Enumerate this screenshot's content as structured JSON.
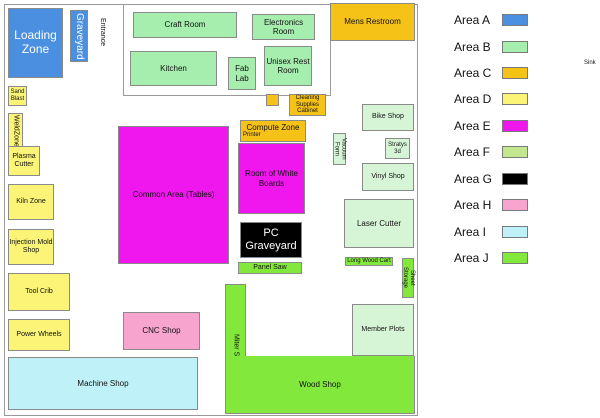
{
  "rooms": {
    "loading_zone": "Loading Zone",
    "graveyard": "Graveyard",
    "entrance": "Entrance",
    "craft_room": "Craft Room",
    "electronics_room": "Electronics Room",
    "mens_restroom": "Mens Restroom",
    "kitchen": "Kitchen",
    "fab_lab": "Fab Lab",
    "unisex_restroom": "Unisex Rest Room",
    "sand_blast": "Sand Blast",
    "cleaning_supplies": "Cleaning Supplies Cabinet",
    "compute_zone": "Compute Zone",
    "printer": "Printer",
    "bike_shop": "Bike Shop",
    "weldzone": "WeldZone",
    "plasma_cutter": "Plasma Cutter",
    "common_area": "Common Area (Tables)",
    "room_of_white_boards": "Room of White Boards",
    "vacuum_form": "Vacuum Form",
    "stratys_3d": "Stratys 3d",
    "vinyl_shop": "Vinyl Shop",
    "kiln_zone": "Kiln Zone",
    "laser_cutter": "Laser Cutter",
    "pc_graveyard": "PC Graveyard",
    "injection_mold_shop": "Injection Mold Shop",
    "long_wood_cart": "Long Wood Cart",
    "panel_saw": "Panel Saw",
    "sheet_storage": "Sheet Storage",
    "tool_crib": "Tool Crib",
    "cnc_shop": "CNC Shop",
    "member_plots": "Member Plots",
    "power_wheels": "Power Wheels",
    "miter_saw": "Miter Saw",
    "machine_shop": "Machine Shop",
    "wood_shop": "Wood Shop",
    "sink": "Sink"
  },
  "legend": [
    {
      "label": "Area A",
      "color": "#4a8fe0"
    },
    {
      "label": "Area B",
      "color": "#a6eeae"
    },
    {
      "label": "Area C",
      "color": "#f5c218"
    },
    {
      "label": "Area D",
      "color": "#fbf476"
    },
    {
      "label": "Area E",
      "color": "#ef17ed"
    },
    {
      "label": "Area F",
      "color": "#c3e78e"
    },
    {
      "label": "Area G",
      "color": "#000000"
    },
    {
      "label": "Area H",
      "color": "#f7a4cf"
    },
    {
      "label": "Area I",
      "color": "#bff1f8"
    },
    {
      "label": "Area J",
      "color": "#83e83c"
    }
  ]
}
